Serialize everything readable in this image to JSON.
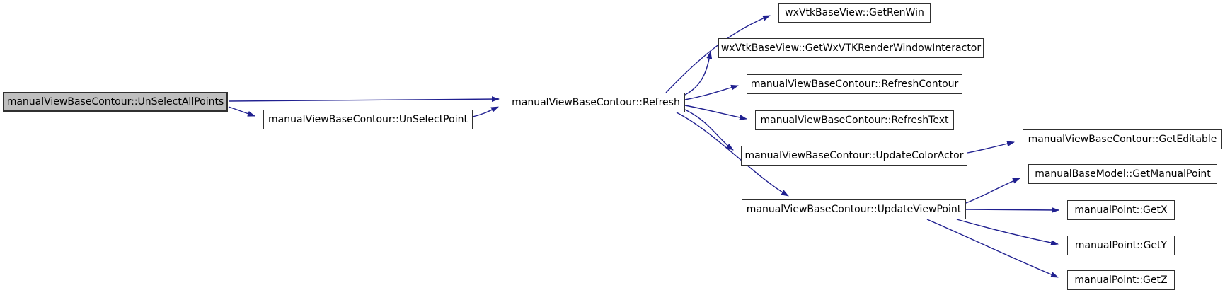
{
  "diagram": {
    "kind": "doxygen-call-graph",
    "colors": {
      "edge": "#202090",
      "node_border": "#303030",
      "node_fill": "#ffffff",
      "highlight_fill": "#bfbfbf",
      "text": "#000000",
      "background": "#ffffff"
    },
    "nodes": [
      {
        "id": "unselect-all-points",
        "label": "manualViewBaseContour::UnSelectAllPoints",
        "highlighted": true
      },
      {
        "id": "unselect-point",
        "label": "manualViewBaseContour::UnSelectPoint",
        "highlighted": false
      },
      {
        "id": "refresh",
        "label": "manualViewBaseContour::Refresh",
        "highlighted": false
      },
      {
        "id": "get-ren-win",
        "label": "wxVtkBaseView::GetRenWin",
        "highlighted": false
      },
      {
        "id": "get-wxvtk-render-window-interactor",
        "label": "wxVtkBaseView::GetWxVTKRenderWindowInteractor",
        "highlighted": false
      },
      {
        "id": "refresh-contour",
        "label": "manualViewBaseContour::RefreshContour",
        "highlighted": false
      },
      {
        "id": "refresh-text",
        "label": "manualViewBaseContour::RefreshText",
        "highlighted": false
      },
      {
        "id": "update-color-actor",
        "label": "manualViewBaseContour::UpdateColorActor",
        "highlighted": false
      },
      {
        "id": "update-view-point",
        "label": "manualViewBaseContour::UpdateViewPoint",
        "highlighted": false
      },
      {
        "id": "get-editable",
        "label": "manualViewBaseContour::GetEditable",
        "highlighted": false
      },
      {
        "id": "get-manual-point",
        "label": "manualBaseModel::GetManualPoint",
        "highlighted": false
      },
      {
        "id": "get-x",
        "label": "manualPoint::GetX",
        "highlighted": false
      },
      {
        "id": "get-y",
        "label": "manualPoint::GetY",
        "highlighted": false
      },
      {
        "id": "get-z",
        "label": "manualPoint::GetZ",
        "highlighted": false
      }
    ],
    "edges": [
      {
        "from": "unselect-all-points",
        "to": "refresh"
      },
      {
        "from": "unselect-all-points",
        "to": "unselect-point"
      },
      {
        "from": "unselect-point",
        "to": "refresh"
      },
      {
        "from": "refresh",
        "to": "get-ren-win"
      },
      {
        "from": "refresh",
        "to": "get-wxvtk-render-window-interactor"
      },
      {
        "from": "refresh",
        "to": "refresh-contour"
      },
      {
        "from": "refresh",
        "to": "refresh-text"
      },
      {
        "from": "refresh",
        "to": "update-color-actor"
      },
      {
        "from": "refresh",
        "to": "update-view-point"
      },
      {
        "from": "update-color-actor",
        "to": "get-editable"
      },
      {
        "from": "update-view-point",
        "to": "get-manual-point"
      },
      {
        "from": "update-view-point",
        "to": "get-x"
      },
      {
        "from": "update-view-point",
        "to": "get-y"
      },
      {
        "from": "update-view-point",
        "to": "get-z"
      }
    ]
  }
}
